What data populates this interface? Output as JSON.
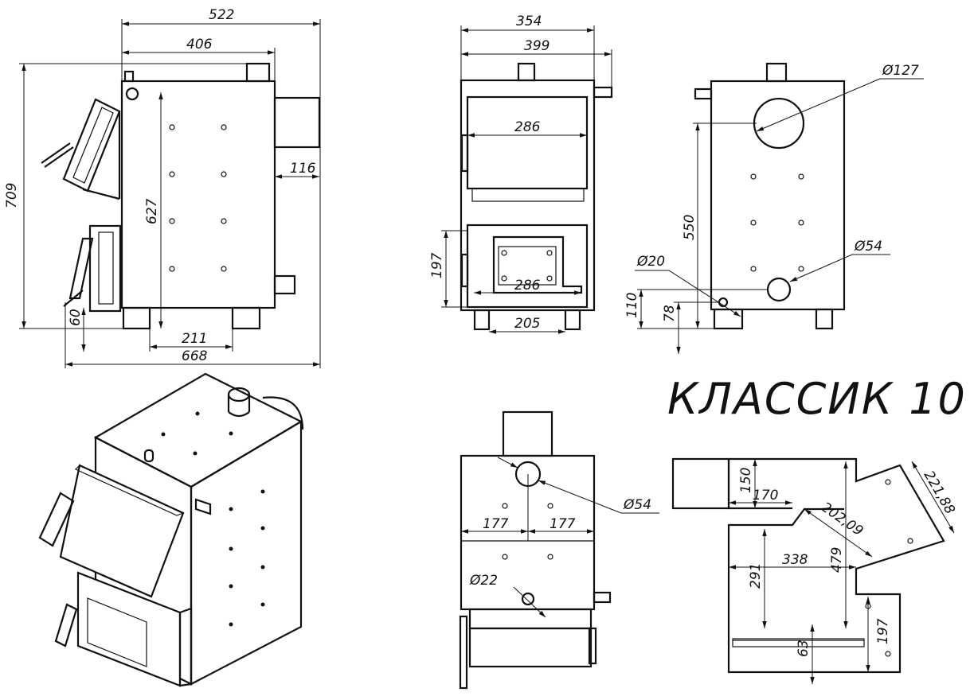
{
  "title": "КЛАССИК 10",
  "side_view": {
    "dims": {
      "total_depth": "522",
      "body_depth": "406",
      "height": "709",
      "flue_height": "627",
      "flue_offset": "116",
      "foot_height": "60",
      "foot_spacing": "211",
      "overall_depth": "668"
    }
  },
  "front_view": {
    "dims": {
      "width_inner": "354",
      "width_outer": "399",
      "upper_door": "286",
      "lower_door_height": "197",
      "lower_door": "286",
      "base": "205"
    }
  },
  "rear_view": {
    "dims": {
      "flue_dia": "Ø127",
      "return_dia": "Ø54",
      "drain_dia": "Ø20",
      "flue_center": "550",
      "return_height": "110",
      "drain_height": "78"
    }
  },
  "top_view": {
    "dims": {
      "supply_dia": "Ø54",
      "left_offset": "177",
      "right_offset": "177",
      "sensor_dia": "Ø22"
    }
  },
  "section_view": {
    "dims": {
      "flue_h": "150",
      "flue_w": "170",
      "diag": "202,09",
      "door_len": "221,88",
      "depth": "338",
      "chamber_h": "291",
      "total_h": "479",
      "ash_h": "197",
      "grate": "63"
    }
  }
}
